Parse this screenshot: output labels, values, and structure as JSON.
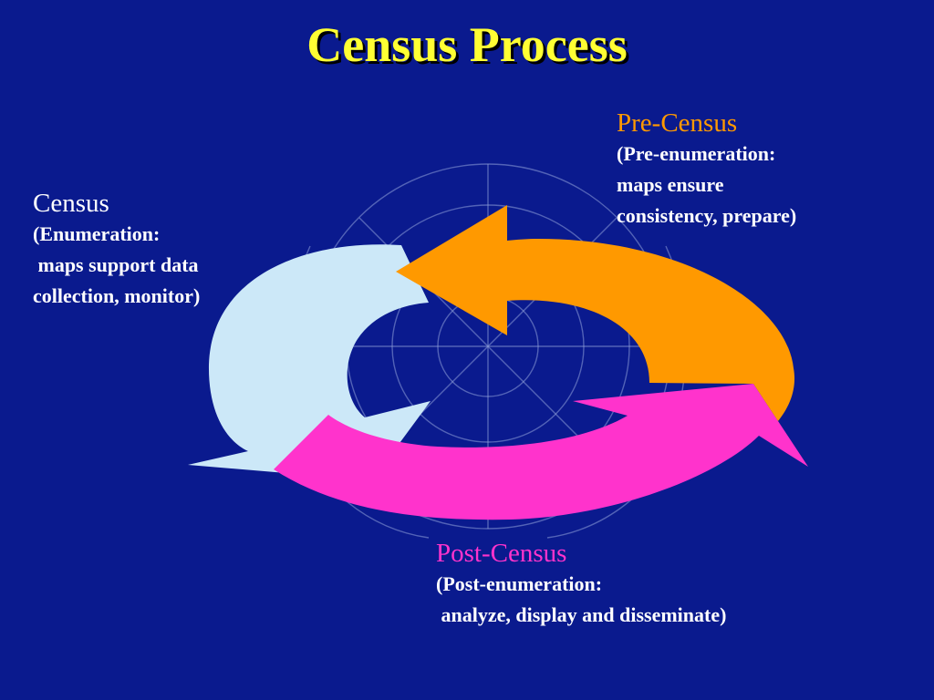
{
  "title": "Census Process",
  "colors": {
    "background": "#0a1a8e",
    "title": "#ffff33",
    "pre_census": "#ff9900",
    "census": "#cce8f8",
    "post_census": "#ff33cc",
    "globe_lines": "#8fa0d8"
  },
  "stages": {
    "pre_census": {
      "heading": "Pre-Census",
      "lines": [
        "(Pre-enumeration:",
        "maps ensure",
        "consistency, prepare)"
      ]
    },
    "census": {
      "heading": "Census",
      "lines": [
        "(Enumeration:",
        " maps support data",
        "collection, monitor)"
      ]
    },
    "post_census": {
      "heading": "Post-Census",
      "lines": [
        "(Post-enumeration:",
        " analyze, display and disseminate)"
      ]
    }
  }
}
